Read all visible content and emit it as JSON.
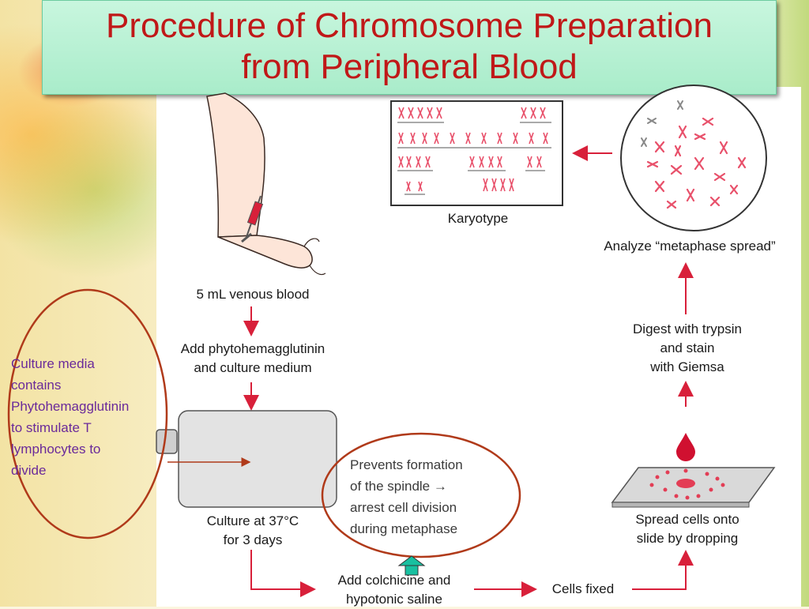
{
  "title": {
    "line1": "Procedure of Chromosome Preparation",
    "line2": "from Peripheral Blood"
  },
  "diagram": {
    "steps": {
      "blood": "5 mL venous blood",
      "add_pha_1": "Add phytohemagglutinin",
      "add_pha_2": "and culture medium",
      "culture_1": "Culture at 37°C",
      "culture_2": "for 3 days",
      "colchicine_1": "Add colchicine and",
      "colchicine_2": "hypotonic saline",
      "fixed": "Cells fixed",
      "spread_1": "Spread cells onto",
      "spread_2": "slide by dropping",
      "digest_1": "Digest with trypsin",
      "digest_2": "and stain",
      "digest_3": "with Giemsa",
      "analyze": "Analyze “metaphase spread”",
      "karyotype": "Karyotype"
    },
    "notes": {
      "culture_media": [
        "Culture media",
        "contains",
        "Phytohemagglutinin",
        "to stimulate T",
        "lymphocytes to",
        "divide"
      ],
      "spindle": [
        "Prevents formation",
        "of the spindle →",
        "arrest cell division",
        "during metaphase"
      ]
    }
  },
  "colors": {
    "title": "#c01818",
    "arrows": "#d8203a",
    "oval": "#b03a1a",
    "left_note": "#6a2a9a",
    "chromosomes": "#e8506a"
  }
}
